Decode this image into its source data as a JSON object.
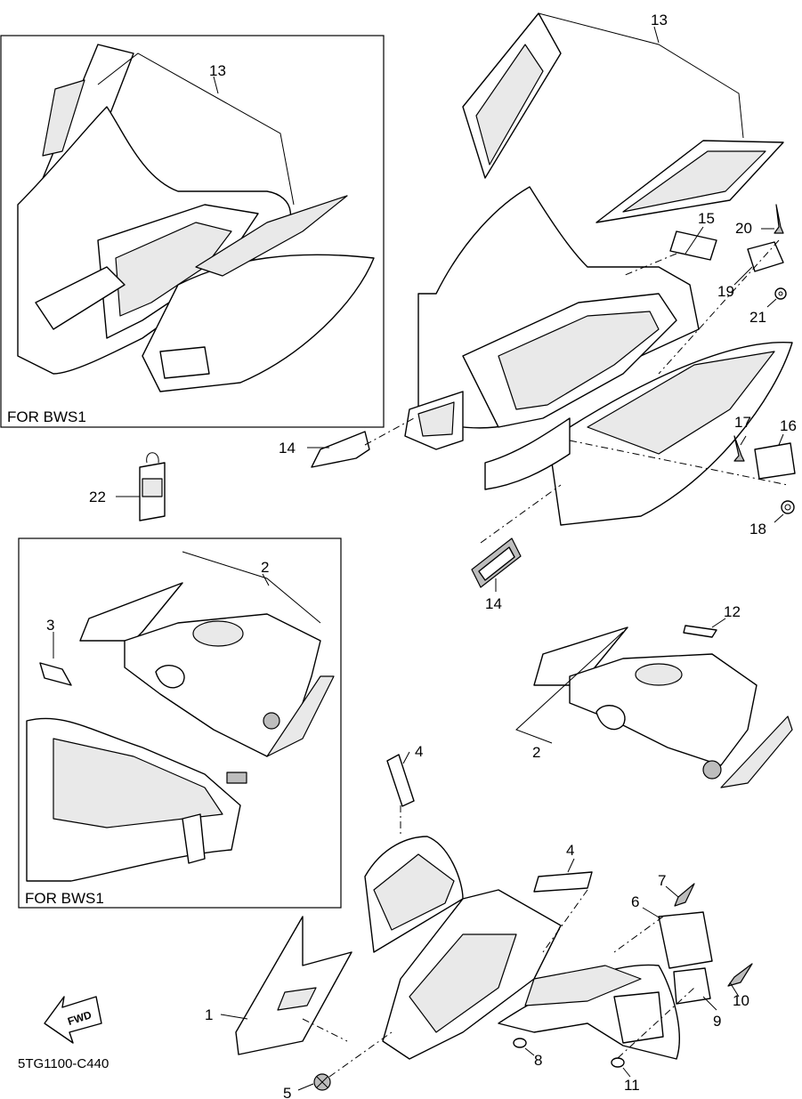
{
  "diagram": {
    "code": "5TG1100-C440",
    "fwd_label": "FWD",
    "boxes": [
      {
        "id": "top-left",
        "label": "FOR BWS1"
      },
      {
        "id": "mid-left",
        "label": "FOR BWS1"
      }
    ],
    "callouts": [
      "13",
      "13",
      "15",
      "20",
      "19",
      "21",
      "14",
      "17",
      "16",
      "18",
      "14",
      "22",
      "2",
      "3",
      "12",
      "2",
      "4",
      "4",
      "7",
      "6",
      "10",
      "9",
      "8",
      "11",
      "5",
      "1"
    ]
  }
}
